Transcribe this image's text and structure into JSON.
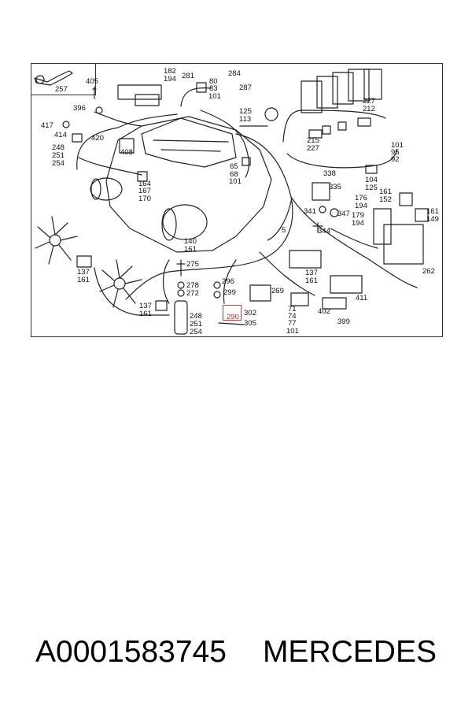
{
  "diagram": {
    "labels": [
      {
        "id": "l257",
        "text": "257"
      },
      {
        "id": "l405",
        "text": "405"
      },
      {
        "id": "l182",
        "text": "182"
      },
      {
        "id": "l194a",
        "text": "194"
      },
      {
        "id": "l281",
        "text": "281"
      },
      {
        "id": "l80",
        "text": "80"
      },
      {
        "id": "l83",
        "text": "83"
      },
      {
        "id": "l101a",
        "text": "101"
      },
      {
        "id": "l284",
        "text": "284"
      },
      {
        "id": "l287",
        "text": "287"
      },
      {
        "id": "l396",
        "text": "396"
      },
      {
        "id": "l417",
        "text": "417"
      },
      {
        "id": "l414",
        "text": "414"
      },
      {
        "id": "l420",
        "text": "420"
      },
      {
        "id": "l248a",
        "text": "248"
      },
      {
        "id": "l251a",
        "text": "251"
      },
      {
        "id": "l254a",
        "text": "254"
      },
      {
        "id": "l408",
        "text": "408"
      },
      {
        "id": "l125a",
        "text": "125"
      },
      {
        "id": "l113",
        "text": "113"
      },
      {
        "id": "l227a",
        "text": "227"
      },
      {
        "id": "l212",
        "text": "212"
      },
      {
        "id": "l215",
        "text": "215"
      },
      {
        "id": "l227b",
        "text": "227"
      },
      {
        "id": "l101b",
        "text": "101"
      },
      {
        "id": "l95",
        "text": "95"
      },
      {
        "id": "l92",
        "text": "92"
      },
      {
        "id": "l65",
        "text": "65"
      },
      {
        "id": "l68",
        "text": "68"
      },
      {
        "id": "l101c",
        "text": "101"
      },
      {
        "id": "l338",
        "text": "338"
      },
      {
        "id": "l104",
        "text": "104"
      },
      {
        "id": "l125b",
        "text": "125"
      },
      {
        "id": "l164",
        "text": "164"
      },
      {
        "id": "l167",
        "text": "167"
      },
      {
        "id": "l170",
        "text": "170"
      },
      {
        "id": "l335",
        "text": "335"
      },
      {
        "id": "l176",
        "text": "176"
      },
      {
        "id": "l194b",
        "text": "194"
      },
      {
        "id": "l161a",
        "text": "161"
      },
      {
        "id": "l152",
        "text": "152"
      },
      {
        "id": "l341",
        "text": "341"
      },
      {
        "id": "l347",
        "text": "347"
      },
      {
        "id": "l179",
        "text": "179"
      },
      {
        "id": "l194c",
        "text": "194"
      },
      {
        "id": "l161b",
        "text": "161"
      },
      {
        "id": "l149",
        "text": "149"
      },
      {
        "id": "l5",
        "text": "5"
      },
      {
        "id": "l344",
        "text": "344"
      },
      {
        "id": "l140",
        "text": "140"
      },
      {
        "id": "l161c",
        "text": "161"
      },
      {
        "id": "l275",
        "text": "275"
      },
      {
        "id": "l137a",
        "text": "137"
      },
      {
        "id": "l161d",
        "text": "161"
      },
      {
        "id": "l296",
        "text": "296"
      },
      {
        "id": "l137b",
        "text": "137"
      },
      {
        "id": "l161e",
        "text": "161"
      },
      {
        "id": "l262",
        "text": "262"
      },
      {
        "id": "l278",
        "text": "278"
      },
      {
        "id": "l272",
        "text": "272"
      },
      {
        "id": "l299",
        "text": "299"
      },
      {
        "id": "l269",
        "text": "269"
      },
      {
        "id": "l137c",
        "text": "137"
      },
      {
        "id": "l161f",
        "text": "161"
      },
      {
        "id": "l411",
        "text": "411"
      },
      {
        "id": "l248b",
        "text": "248"
      },
      {
        "id": "l251b",
        "text": "251"
      },
      {
        "id": "l254b",
        "text": "254"
      },
      {
        "id": "l290",
        "text": "290"
      },
      {
        "id": "l302",
        "text": "302"
      },
      {
        "id": "l305",
        "text": "305"
      },
      {
        "id": "l71",
        "text": "71"
      },
      {
        "id": "l74",
        "text": "74"
      },
      {
        "id": "l77",
        "text": "77"
      },
      {
        "id": "l101d",
        "text": "101"
      },
      {
        "id": "l402",
        "text": "402"
      },
      {
        "id": "l399",
        "text": "399"
      }
    ],
    "highlight_color": "#e53935"
  },
  "footer": {
    "part_number": "A0001583745",
    "brand": "MERCEDES"
  }
}
